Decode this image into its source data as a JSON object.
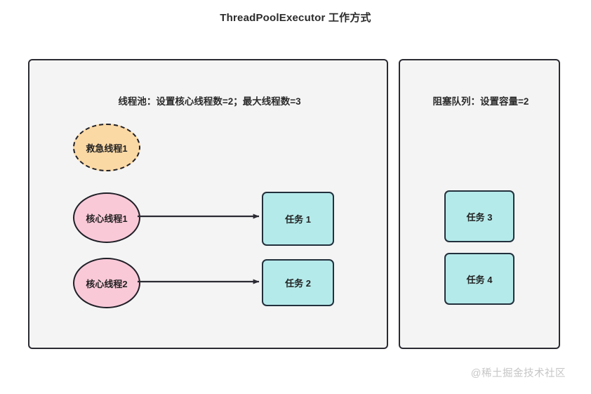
{
  "title": "ThreadPoolExecutor 工作方式",
  "colors": {
    "page_background": "#ffffff",
    "panel_background": "#f4f4f4",
    "panel_border": "#2b2b33",
    "core_thread_fill": "#fac9d8",
    "emergency_thread_fill": "#fbd9a5",
    "task_fill": "#b5eaea",
    "task_border": "#22303c",
    "arrow": "#2b2b33",
    "text": "#232323",
    "watermark": "#c6c6c6"
  },
  "pool_panel": {
    "label": "线程池：设置核心线程数=2；最大线程数=3",
    "threads": [
      {
        "label": "救急线程1",
        "kind": "emergency",
        "border_style": "dashed"
      },
      {
        "label": "核心线程1",
        "kind": "core",
        "border_style": "solid"
      },
      {
        "label": "核心线程2",
        "kind": "core",
        "border_style": "solid"
      }
    ],
    "tasks": [
      {
        "label": "任务 1"
      },
      {
        "label": "任务 2"
      }
    ],
    "arrows": [
      {
        "from": "核心线程1",
        "to": "任务 1"
      },
      {
        "from": "核心线程2",
        "to": "任务 2"
      }
    ]
  },
  "queue_panel": {
    "label": "阻塞队列：设置容量=2",
    "tasks": [
      {
        "label": "任务 3"
      },
      {
        "label": "任务 4"
      }
    ]
  },
  "watermark": "@稀土掘金技术社区"
}
